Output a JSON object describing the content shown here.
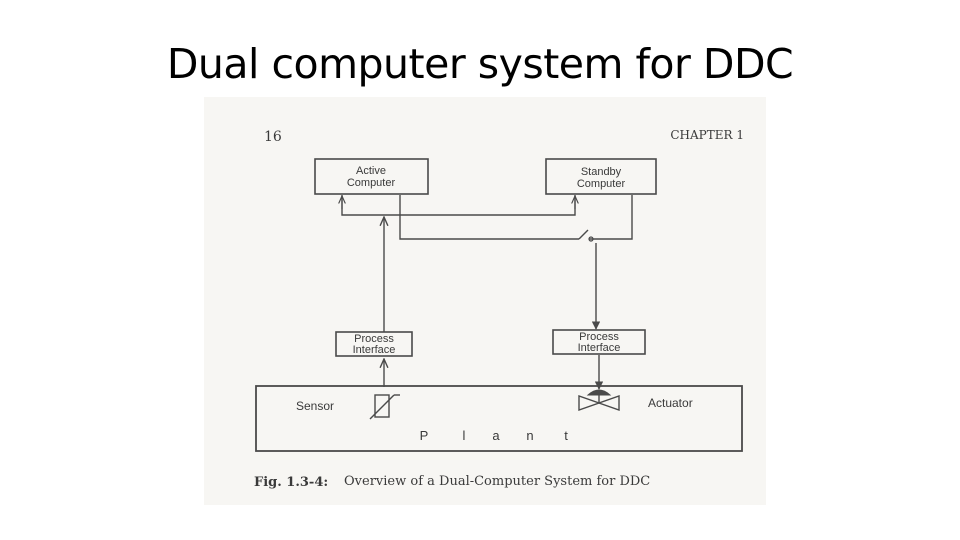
{
  "slide": {
    "title": "Dual computer system for DDC"
  },
  "page": {
    "number": "16",
    "chapter": "CHAPTER 1"
  },
  "diagram": {
    "active_computer": [
      "Active",
      "Computer"
    ],
    "standby_computer": [
      "Standby",
      "Computer"
    ],
    "process_interface_left": [
      "Process",
      "Interface"
    ],
    "process_interface_right": [
      "Process",
      "Interface"
    ],
    "sensor_label": "Sensor",
    "actuator_label": "Actuator",
    "plant_label": [
      "P",
      "l",
      "a",
      "n",
      "t"
    ]
  },
  "figure": {
    "number": "Fig. 1.3-4:",
    "caption": "Overview of a Dual-Computer System for DDC"
  }
}
